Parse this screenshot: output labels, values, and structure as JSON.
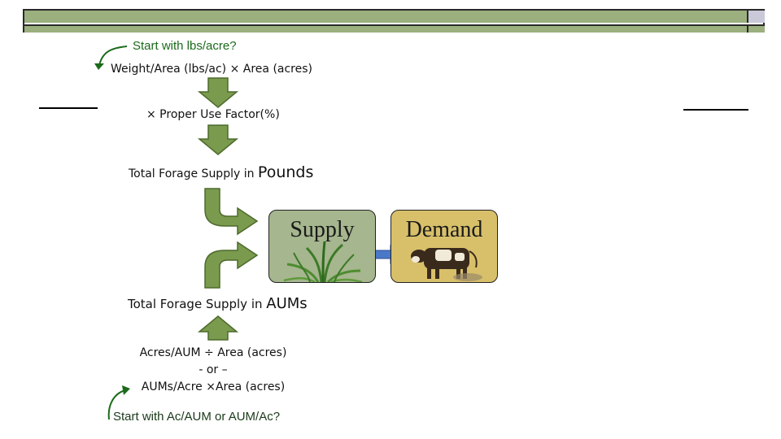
{
  "notes": {
    "start_lbs": "Start with lbs/acre?",
    "start_aum": "Start with Ac/AUM or AUM/Ac?"
  },
  "steps": {
    "weight_area": "Weight/Area (lbs/ac) × Area (acres)",
    "proper_use": "× Proper Use Factor(%)",
    "total_pounds_prefix": "Total Forage Supply in ",
    "total_pounds_unit": "Pounds",
    "total_aums_prefix": "Total Forage Supply in ",
    "total_aums_unit": "AUMs",
    "acres_per_aum": "Acres/AUM ÷ Area (acres)",
    "or": "- or –",
    "aums_per_acre": "AUMs/Acre ×Area (acres)"
  },
  "boxes": {
    "supply": "Supply",
    "demand": "Demand"
  },
  "colors": {
    "arrow_fill": "#7a9a4e",
    "arrow_stroke": "#4d6a2c",
    "supply_bg": "#a6b68e",
    "demand_bg": "#d8c06a",
    "double_arrow": "#4a78c8",
    "note_green": "#1a6b1a"
  }
}
